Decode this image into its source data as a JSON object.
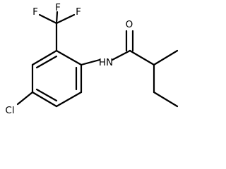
{
  "molecule": {
    "atoms": {
      "cl": "Cl",
      "nh": "HN",
      "o": "O",
      "f1": "F",
      "f2": "F",
      "f3": "F"
    }
  }
}
